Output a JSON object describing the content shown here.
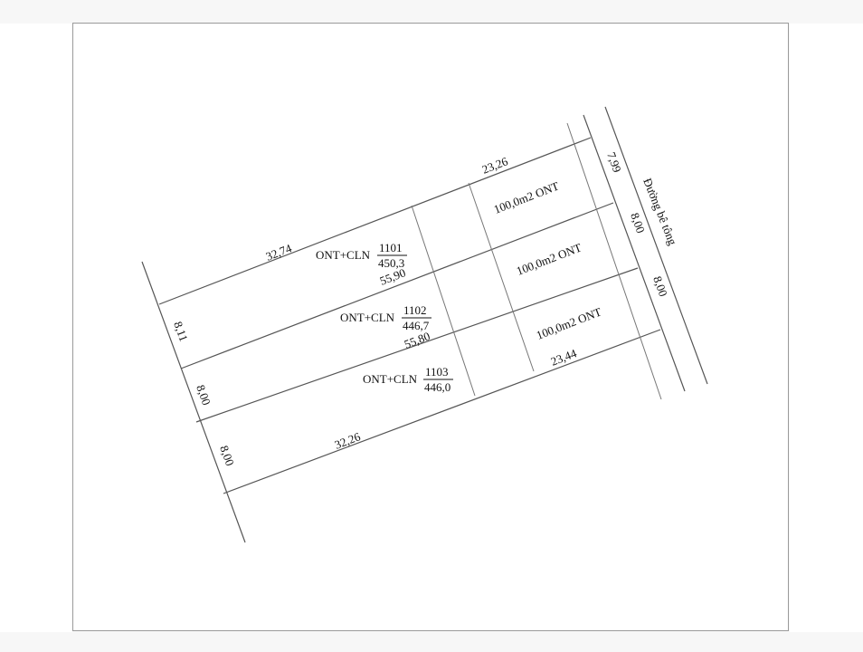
{
  "drawing": {
    "road_label": "Đường bê tông",
    "parcels": [
      {
        "id": "1101",
        "land_use": "ONT+CLN",
        "number": "1101",
        "area": "450,3",
        "edge_below": "55,90"
      },
      {
        "id": "1102",
        "land_use": "ONT+CLN",
        "number": "1102",
        "area": "446,7",
        "edge_below": "55,80"
      },
      {
        "id": "1103",
        "land_use": "ONT+CLN",
        "number": "1103",
        "area": "446,0"
      }
    ],
    "sub_lots": [
      {
        "label": "100,0m2 ONT"
      },
      {
        "label": "100,0m2 ONT"
      },
      {
        "label": "100,0m2 ONT"
      }
    ],
    "dimensions": {
      "top_left_length": "32,74",
      "top_right_length": "23,26",
      "bottom_right_length": "23,44",
      "bottom_left_length": "32,26",
      "left_side": [
        "8,11",
        "8,00",
        "8,00"
      ],
      "right_side": [
        "7,99",
        "8,00",
        "8,00"
      ]
    },
    "colors": {
      "line": "#555555",
      "text": "#111111",
      "sheet_border": "#9a9a9a"
    }
  }
}
